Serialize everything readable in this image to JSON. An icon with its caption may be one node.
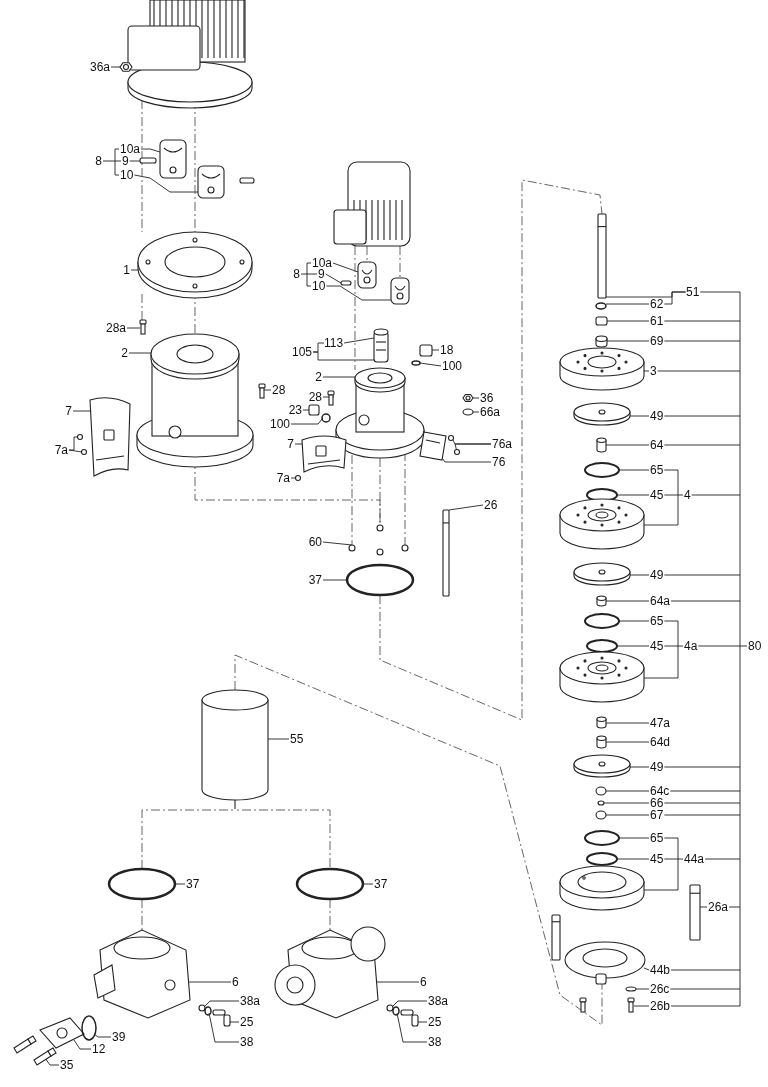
{
  "diagram": {
    "nodes": [
      {
        "text": [
          "36a"
        ]
      },
      {
        "text": [
          "10a"
        ]
      },
      {
        "text": [
          "9"
        ]
      },
      {
        "text": [
          "10"
        ]
      },
      {
        "text": [
          "8"
        ]
      },
      {
        "text": [
          "1"
        ]
      },
      {
        "text": [
          "28a"
        ]
      },
      {
        "text": [
          "2"
        ]
      },
      {
        "text": [
          "28"
        ]
      },
      {
        "text": [
          "7"
        ]
      },
      {
        "text": [
          "7a"
        ]
      },
      {
        "text": [
          "10a"
        ]
      },
      {
        "text": [
          "9"
        ]
      },
      {
        "text": [
          "10"
        ]
      },
      {
        "text": [
          "8"
        ]
      },
      {
        "text": [
          "113"
        ]
      },
      {
        "text": [
          "105"
        ]
      },
      {
        "text": [
          "18"
        ]
      },
      {
        "text": [
          "2"
        ]
      },
      {
        "text": [
          "100"
        ]
      },
      {
        "text": [
          "28"
        ]
      },
      {
        "text": [
          "36"
        ]
      },
      {
        "text": [
          "23"
        ]
      },
      {
        "text": [
          "66a"
        ]
      },
      {
        "text": [
          "100"
        ]
      },
      {
        "text": [
          "7"
        ]
      },
      {
        "text": [
          "76a"
        ]
      },
      {
        "text": [
          "7a"
        ]
      },
      {
        "text": [
          "76"
        ]
      },
      {
        "text": [
          "26"
        ]
      },
      {
        "text": [
          "60"
        ]
      },
      {
        "text": [
          "37"
        ]
      },
      {
        "text": [
          "51"
        ]
      },
      {
        "text": [
          "62"
        ]
      },
      {
        "text": [
          "61"
        ]
      },
      {
        "text": [
          "69"
        ]
      },
      {
        "text": [
          "3"
        ]
      },
      {
        "text": [
          "49"
        ]
      },
      {
        "text": [
          "64"
        ]
      },
      {
        "text": [
          "65"
        ]
      },
      {
        "text": [
          "45"
        ]
      },
      {
        "text": [
          "4"
        ]
      },
      {
        "text": [
          "49"
        ]
      },
      {
        "text": [
          "64a"
        ]
      },
      {
        "text": [
          "65"
        ]
      },
      {
        "text": [
          "45"
        ]
      },
      {
        "text": [
          "4a"
        ]
      },
      {
        "text": [
          "80"
        ]
      },
      {
        "text": [
          "47a"
        ]
      },
      {
        "text": [
          "64d"
        ]
      },
      {
        "text": [
          "49"
        ]
      },
      {
        "text": [
          "64c"
        ]
      },
      {
        "text": [
          "66"
        ]
      },
      {
        "text": [
          "67"
        ]
      },
      {
        "text": [
          "65"
        ]
      },
      {
        "text": [
          "45"
        ]
      },
      {
        "text": [
          "44a"
        ]
      },
      {
        "text": [
          "26a"
        ]
      },
      {
        "text": [
          "44b"
        ]
      },
      {
        "text": [
          "26c"
        ]
      },
      {
        "text": [
          "26b"
        ]
      },
      {
        "text": [
          "55"
        ]
      },
      {
        "text": [
          "37"
        ]
      },
      {
        "text": [
          "37"
        ]
      },
      {
        "text": [
          "6"
        ]
      },
      {
        "text": [
          "38a"
        ]
      },
      {
        "text": [
          "25"
        ]
      },
      {
        "text": [
          "39"
        ]
      },
      {
        "text": [
          "12"
        ]
      },
      {
        "text": [
          "38"
        ]
      },
      {
        "text": [
          "35"
        ]
      },
      {
        "text": [
          "6"
        ]
      },
      {
        "text": [
          "38a"
        ]
      },
      {
        "text": [
          "25"
        ]
      },
      {
        "text": [
          "38"
        ]
      },
      {
        "text": [],
        "shape": "picture"
      },
      {
        "text": [],
        "shape": "picture"
      },
      {
        "text": [],
        "shape": "picture"
      },
      {
        "text": [],
        "shape": "box"
      },
      {
        "text": [],
        "shape": "picture"
      },
      {
        "text": [],
        "shape": "picture"
      },
      {
        "text": [],
        "shape": "picture"
      },
      {
        "text": [],
        "shape": "picture"
      },
      {
        "text": [],
        "shape": "picture"
      },
      {
        "text": [],
        "shape": "picture"
      },
      {
        "text": [],
        "shape": "circle"
      },
      {
        "text": [],
        "shape": "circle"
      },
      {
        "text": [],
        "shape": "picture"
      },
      {
        "text": [],
        "shape": "picture"
      },
      {
        "text": [],
        "shape": "box"
      },
      {
        "text": [],
        "shape": "picture"
      },
      {
        "text": [],
        "shape": "picture"
      },
      {
        "text": [],
        "shape": "box"
      },
      {
        "text": [],
        "shape": "picture"
      },
      {
        "text": [],
        "shape": "ring"
      },
      {
        "text": [],
        "shape": "picture"
      },
      {
        "text": [],
        "shape": "picture"
      },
      {
        "text": [],
        "shape": "box"
      },
      {
        "text": [],
        "shape": "circle"
      },
      {
        "text": [],
        "shape": "ring"
      },
      {
        "text": [],
        "shape": "picture"
      },
      {
        "text": [],
        "shape": "circle"
      },
      {
        "text": [],
        "shape": "circle"
      },
      {
        "text": [],
        "shape": "circle"
      },
      {
        "text": [],
        "shape": "picture"
      },
      {
        "text": [],
        "shape": "bar"
      },
      {
        "text": [],
        "shape": "picture"
      },
      {
        "text": [],
        "shape": "ring"
      },
      {
        "text": [],
        "shape": "bar"
      },
      {
        "text": [],
        "shape": "ring"
      },
      {
        "text": [],
        "shape": "box"
      },
      {
        "text": [],
        "shape": "cylinder"
      },
      {
        "text": [],
        "shape": "picture"
      },
      {
        "text": [],
        "shape": "picture"
      },
      {
        "text": [],
        "shape": "cylinder"
      },
      {
        "text": [],
        "shape": "ring"
      },
      {
        "text": [],
        "shape": "ring"
      },
      {
        "text": [],
        "shape": "picture"
      },
      {
        "text": [],
        "shape": "picture"
      },
      {
        "text": [],
        "shape": "cylinder"
      },
      {
        "text": [],
        "shape": "ring"
      },
      {
        "text": [],
        "shape": "ring"
      },
      {
        "text": [],
        "shape": "picture"
      },
      {
        "text": [],
        "shape": "cylinder"
      },
      {
        "text": [],
        "shape": "cylinder"
      },
      {
        "text": [],
        "shape": "picture"
      },
      {
        "text": [],
        "shape": "circle"
      },
      {
        "text": [],
        "shape": "circle"
      },
      {
        "text": [],
        "shape": "circle"
      },
      {
        "text": [],
        "shape": "ring"
      },
      {
        "text": [],
        "shape": "ring"
      },
      {
        "text": [],
        "shape": "picture"
      },
      {
        "text": [],
        "shape": "bar"
      },
      {
        "text": [],
        "shape": "bar"
      },
      {
        "text": [],
        "shape": "picture"
      },
      {
        "text": [],
        "shape": "circle"
      },
      {
        "text": [],
        "shape": "picture"
      },
      {
        "text": [],
        "shape": "picture"
      },
      {
        "text": [],
        "shape": "cylinder"
      },
      {
        "text": [],
        "shape": "ring"
      },
      {
        "text": [],
        "shape": "ring"
      },
      {
        "text": [],
        "shape": "picture"
      },
      {
        "text": [],
        "shape": "picture"
      },
      {
        "text": [],
        "shape": "picture"
      },
      {
        "text": [],
        "shape": "ring"
      },
      {
        "text": [],
        "shape": "picture"
      },
      {
        "text": [],
        "shape": "picture"
      },
      {
        "text": [],
        "shape": "circle"
      },
      {
        "text": [],
        "shape": "ring"
      },
      {
        "text": [],
        "shape": "picture"
      },
      {
        "text": [],
        "shape": "circle"
      },
      {
        "text": [],
        "shape": "ring"
      },
      {
        "text": [],
        "shape": "picture"
      }
    ],
    "edges": [
      {
        "from": 0,
        "to": 76,
        "arrow": "none"
      },
      {
        "from": 1,
        "to": 77,
        "arrow": "none"
      },
      {
        "from": 2,
        "to": 78,
        "arrow": "none"
      },
      {
        "from": 3,
        "to": 79,
        "arrow": "none"
      },
      {
        "from": 5,
        "to": 80,
        "arrow": "none"
      },
      {
        "from": 6,
        "to": 81,
        "arrow": "none"
      },
      {
        "from": 7,
        "to": 82,
        "arrow": "none"
      },
      {
        "from": 8,
        "to": 83,
        "arrow": "none"
      },
      {
        "from": 9,
        "to": 84,
        "arrow": "none"
      },
      {
        "from": 10,
        "to": 85,
        "arrow": "none"
      },
      {
        "from": 10,
        "to": 86,
        "arrow": "none"
      },
      {
        "from": 11,
        "to": 88,
        "arrow": "none"
      },
      {
        "from": 12,
        "to": 89,
        "arrow": "none"
      },
      {
        "from": 13,
        "to": 90,
        "arrow": "none"
      },
      {
        "from": 15,
        "to": 91,
        "arrow": "none"
      },
      {
        "from": 17,
        "to": 92,
        "arrow": "none"
      },
      {
        "from": 18,
        "to": 93,
        "arrow": "none"
      },
      {
        "from": 19,
        "to": 94,
        "arrow": "none"
      },
      {
        "from": 20,
        "to": 95,
        "arrow": "none"
      },
      {
        "from": 21,
        "to": 96,
        "arrow": "none"
      },
      {
        "from": 22,
        "to": 97,
        "arrow": "none"
      },
      {
        "from": 23,
        "to": 98,
        "arrow": "none"
      },
      {
        "from": 24,
        "to": 99,
        "arrow": "none"
      },
      {
        "from": 25,
        "to": 100,
        "arrow": "none"
      },
      {
        "from": 26,
        "to": 101,
        "arrow": "none"
      },
      {
        "from": 26,
        "to": 102,
        "arrow": "none"
      },
      {
        "from": 27,
        "to": 103,
        "arrow": "none"
      },
      {
        "from": 28,
        "to": 104,
        "arrow": "none"
      },
      {
        "from": 29,
        "to": 105,
        "arrow": "none"
      },
      {
        "from": 30,
        "to": 106,
        "arrow": "none"
      },
      {
        "from": 31,
        "to": 107,
        "arrow": "none"
      },
      {
        "from": 33,
        "to": 109,
        "arrow": "none"
      },
      {
        "from": 34,
        "to": 110,
        "arrow": "none"
      },
      {
        "from": 35,
        "to": 111,
        "arrow": "none"
      },
      {
        "from": 36,
        "to": 112,
        "arrow": "none"
      },
      {
        "from": 37,
        "to": 113,
        "arrow": "none"
      },
      {
        "from": 38,
        "to": 114,
        "arrow": "none"
      },
      {
        "from": 39,
        "to": 115,
        "arrow": "none"
      },
      {
        "from": 40,
        "to": 116,
        "arrow": "none"
      },
      {
        "from": 42,
        "to": 118,
        "arrow": "none"
      },
      {
        "from": 43,
        "to": 119,
        "arrow": "none"
      },
      {
        "from": 44,
        "to": 120,
        "arrow": "none"
      },
      {
        "from": 45,
        "to": 121,
        "arrow": "none"
      },
      {
        "from": 48,
        "to": 123,
        "arrow": "none"
      },
      {
        "from": 49,
        "to": 124,
        "arrow": "none"
      },
      {
        "from": 50,
        "to": 125,
        "arrow": "none"
      },
      {
        "from": 51,
        "to": 126,
        "arrow": "none"
      },
      {
        "from": 52,
        "to": 127,
        "arrow": "none"
      },
      {
        "from": 53,
        "to": 128,
        "arrow": "none"
      },
      {
        "from": 54,
        "to": 129,
        "arrow": "none"
      },
      {
        "from": 55,
        "to": 130,
        "arrow": "none"
      },
      {
        "from": 58,
        "to": 134,
        "arrow": "none"
      },
      {
        "from": 59,
        "to": 135,
        "arrow": "none"
      },
      {
        "from": 60,
        "to": 136,
        "arrow": "none"
      },
      {
        "from": 57,
        "to": 132,
        "arrow": "none"
      },
      {
        "from": 61,
        "to": 138,
        "arrow": "none"
      },
      {
        "from": 62,
        "to": 139,
        "arrow": "none"
      },
      {
        "from": 63,
        "to": 140,
        "arrow": "none"
      },
      {
        "from": 64,
        "to": 141,
        "arrow": "none"
      },
      {
        "from": 65,
        "to": 147,
        "arrow": "none"
      },
      {
        "from": 66,
        "to": 149,
        "arrow": "none"
      },
      {
        "from": 67,
        "to": 144,
        "arrow": "none"
      },
      {
        "from": 68,
        "to": 143,
        "arrow": "none"
      },
      {
        "from": 69,
        "to": 148,
        "arrow": "none"
      },
      {
        "from": 70,
        "to": 145,
        "arrow": "none"
      },
      {
        "from": 71,
        "to": 142,
        "arrow": "none"
      },
      {
        "from": 72,
        "to": 150,
        "arrow": "none"
      },
      {
        "from": 73,
        "to": 152,
        "arrow": "none"
      },
      {
        "from": 74,
        "to": 151,
        "arrow": "none"
      },
      {
        "from": 32,
        "to": 108,
        "arrow": "none"
      },
      {
        "from": 16,
        "to": 91,
        "arrow": "none"
      },
      {
        "from": 41,
        "to": 117,
        "arrow": "none"
      },
      {
        "from": 46,
        "to": 122,
        "arrow": "none"
      },
      {
        "from": 56,
        "to": 131,
        "arrow": "none"
      },
      {
        "from": 75,
        "to": 80,
        "arrow": "none",
        "style": "dashed"
      },
      {
        "from": 75,
        "to": 80,
        "arrow": "none",
        "style": "dashed"
      },
      {
        "from": 80,
        "to": 82,
        "arrow": "none",
        "style": "dashed"
      },
      {
        "from": 82,
        "to": 106,
        "arrow": "none",
        "style": "dashed"
      },
      {
        "from": 93,
        "to": 106,
        "arrow": "none",
        "style": "dashed"
      },
      {
        "from": 93,
        "to": 106,
        "arrow": "none",
        "style": "dashed"
      },
      {
        "from": 93,
        "to": 106,
        "arrow": "none",
        "style": "dashed"
      },
      {
        "from": 87,
        "to": 93,
        "arrow": "none",
        "style": "dashed"
      },
      {
        "from": 87,
        "to": 90,
        "arrow": "none",
        "style": "dashed"
      },
      {
        "from": 87,
        "to": 88,
        "arrow": "none",
        "style": "dashed"
      },
      {
        "from": 107,
        "to": 108,
        "arrow": "none",
        "style": "dashed"
      },
      {
        "from": 138,
        "to": 139,
        "arrow": "none",
        "style": "dashed"
      },
      {
        "from": 138,
        "to": 140,
        "arrow": "none",
        "style": "dashed"
      },
      {
        "from": 139,
        "to": 141,
        "arrow": "none",
        "style": "dashed"
      },
      {
        "from": 140,
        "to": 142,
        "arrow": "none",
        "style": "dashed"
      },
      {
        "from": 138,
        "to": 134,
        "arrow": "none",
        "style": "dashed"
      },
      {
        "from": 80,
        "to": 81,
        "arrow": "none",
        "style": "dashed"
      },
      {
        "from": 33,
        "to": 32,
        "arrow": "none"
      },
      {
        "from": 16,
        "to": 15,
        "arrow": "none"
      }
    ]
  }
}
